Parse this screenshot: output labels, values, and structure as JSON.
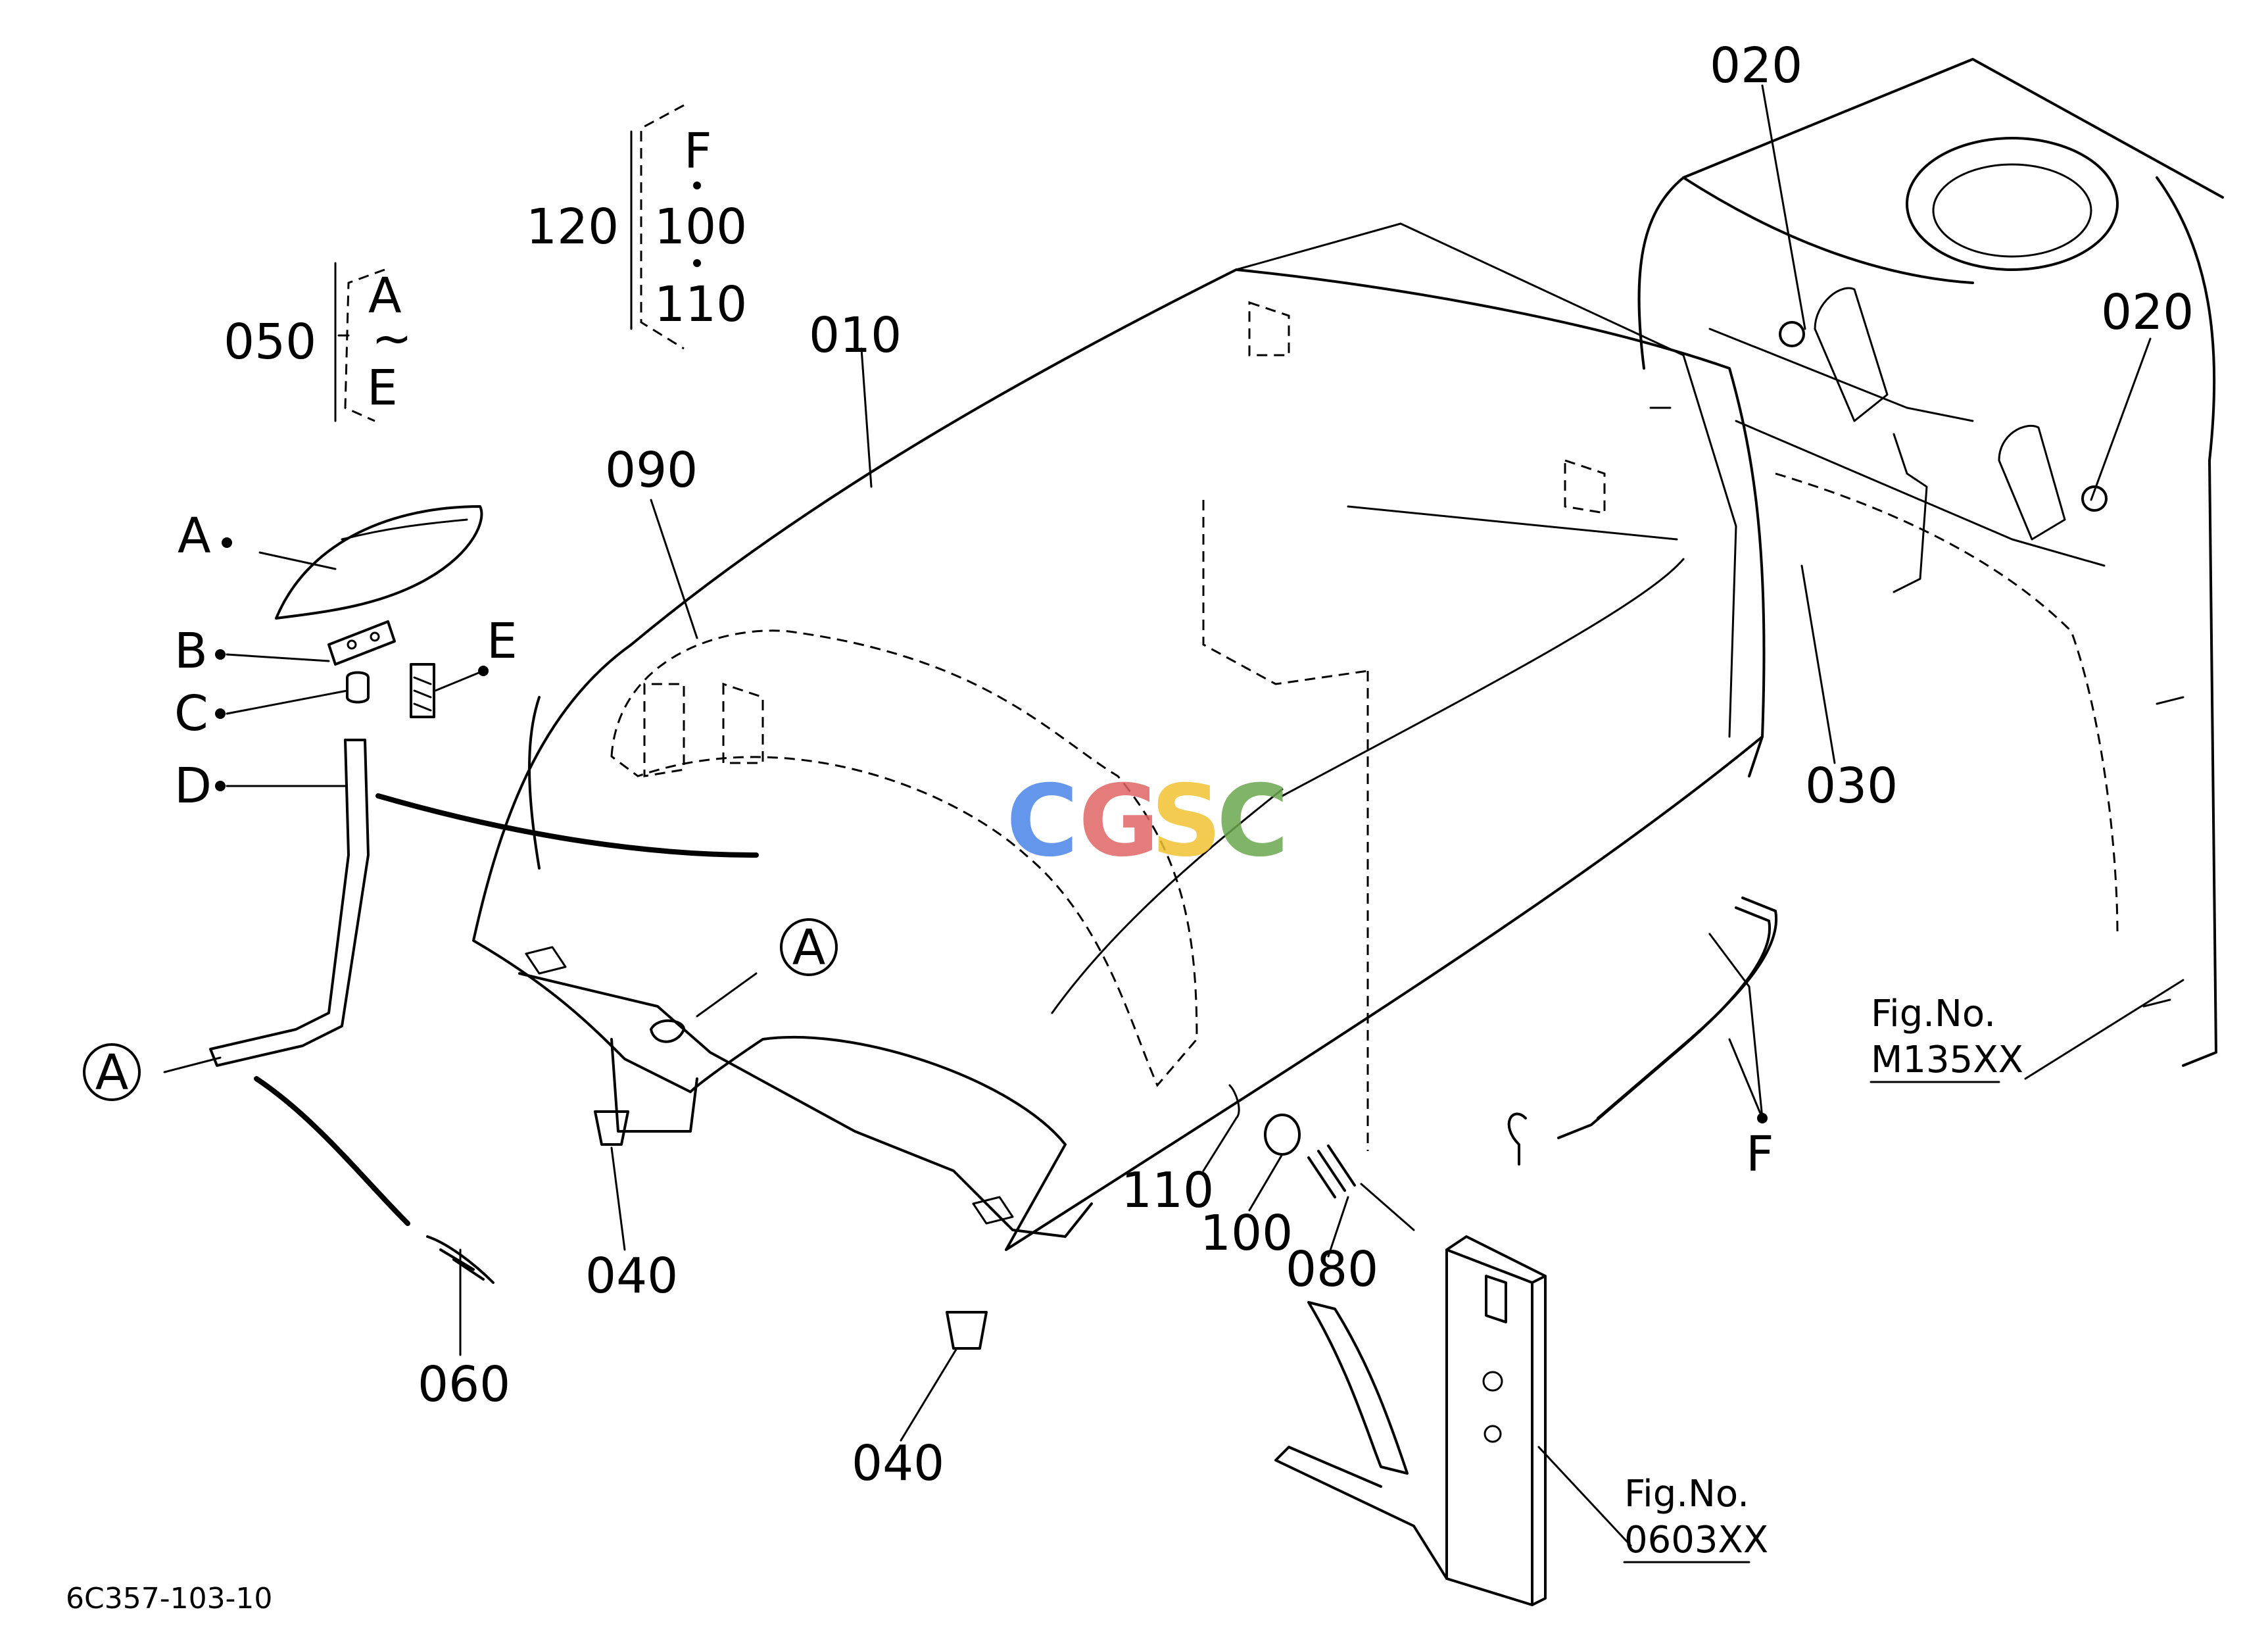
{
  "labels": {
    "p010": "010",
    "p020a": "020",
    "p020b": "020",
    "p030": "030",
    "p040a": "040",
    "p040b": "040",
    "p050": "050",
    "p060": "060",
    "p080": "080",
    "p090": "090",
    "p100": "100",
    "p110": "110",
    "p120": "120"
  },
  "group050": {
    "top": "A",
    "sep": "~",
    "bottom": "E"
  },
  "group120": {
    "f": "F",
    "mid": "100",
    "last": "110"
  },
  "letters": {
    "a": "A",
    "b": "B",
    "c": "C",
    "d": "D",
    "e": "E",
    "f": "F"
  },
  "refs": {
    "circle_a1": "A",
    "circle_a2": "A"
  },
  "fig_refs": {
    "m135": {
      "prefix": "Fig.No.",
      "number": "M135XX"
    },
    "r0603": {
      "prefix": "Fig.No.",
      "number": "0603XX"
    }
  },
  "drawing_code": "6C357-103-10",
  "watermark": {
    "letters": [
      "C",
      "G",
      "S",
      "C"
    ],
    "colors": [
      "#4a86e8",
      "#e06666",
      "#f1c232",
      "#6aa84f"
    ]
  }
}
